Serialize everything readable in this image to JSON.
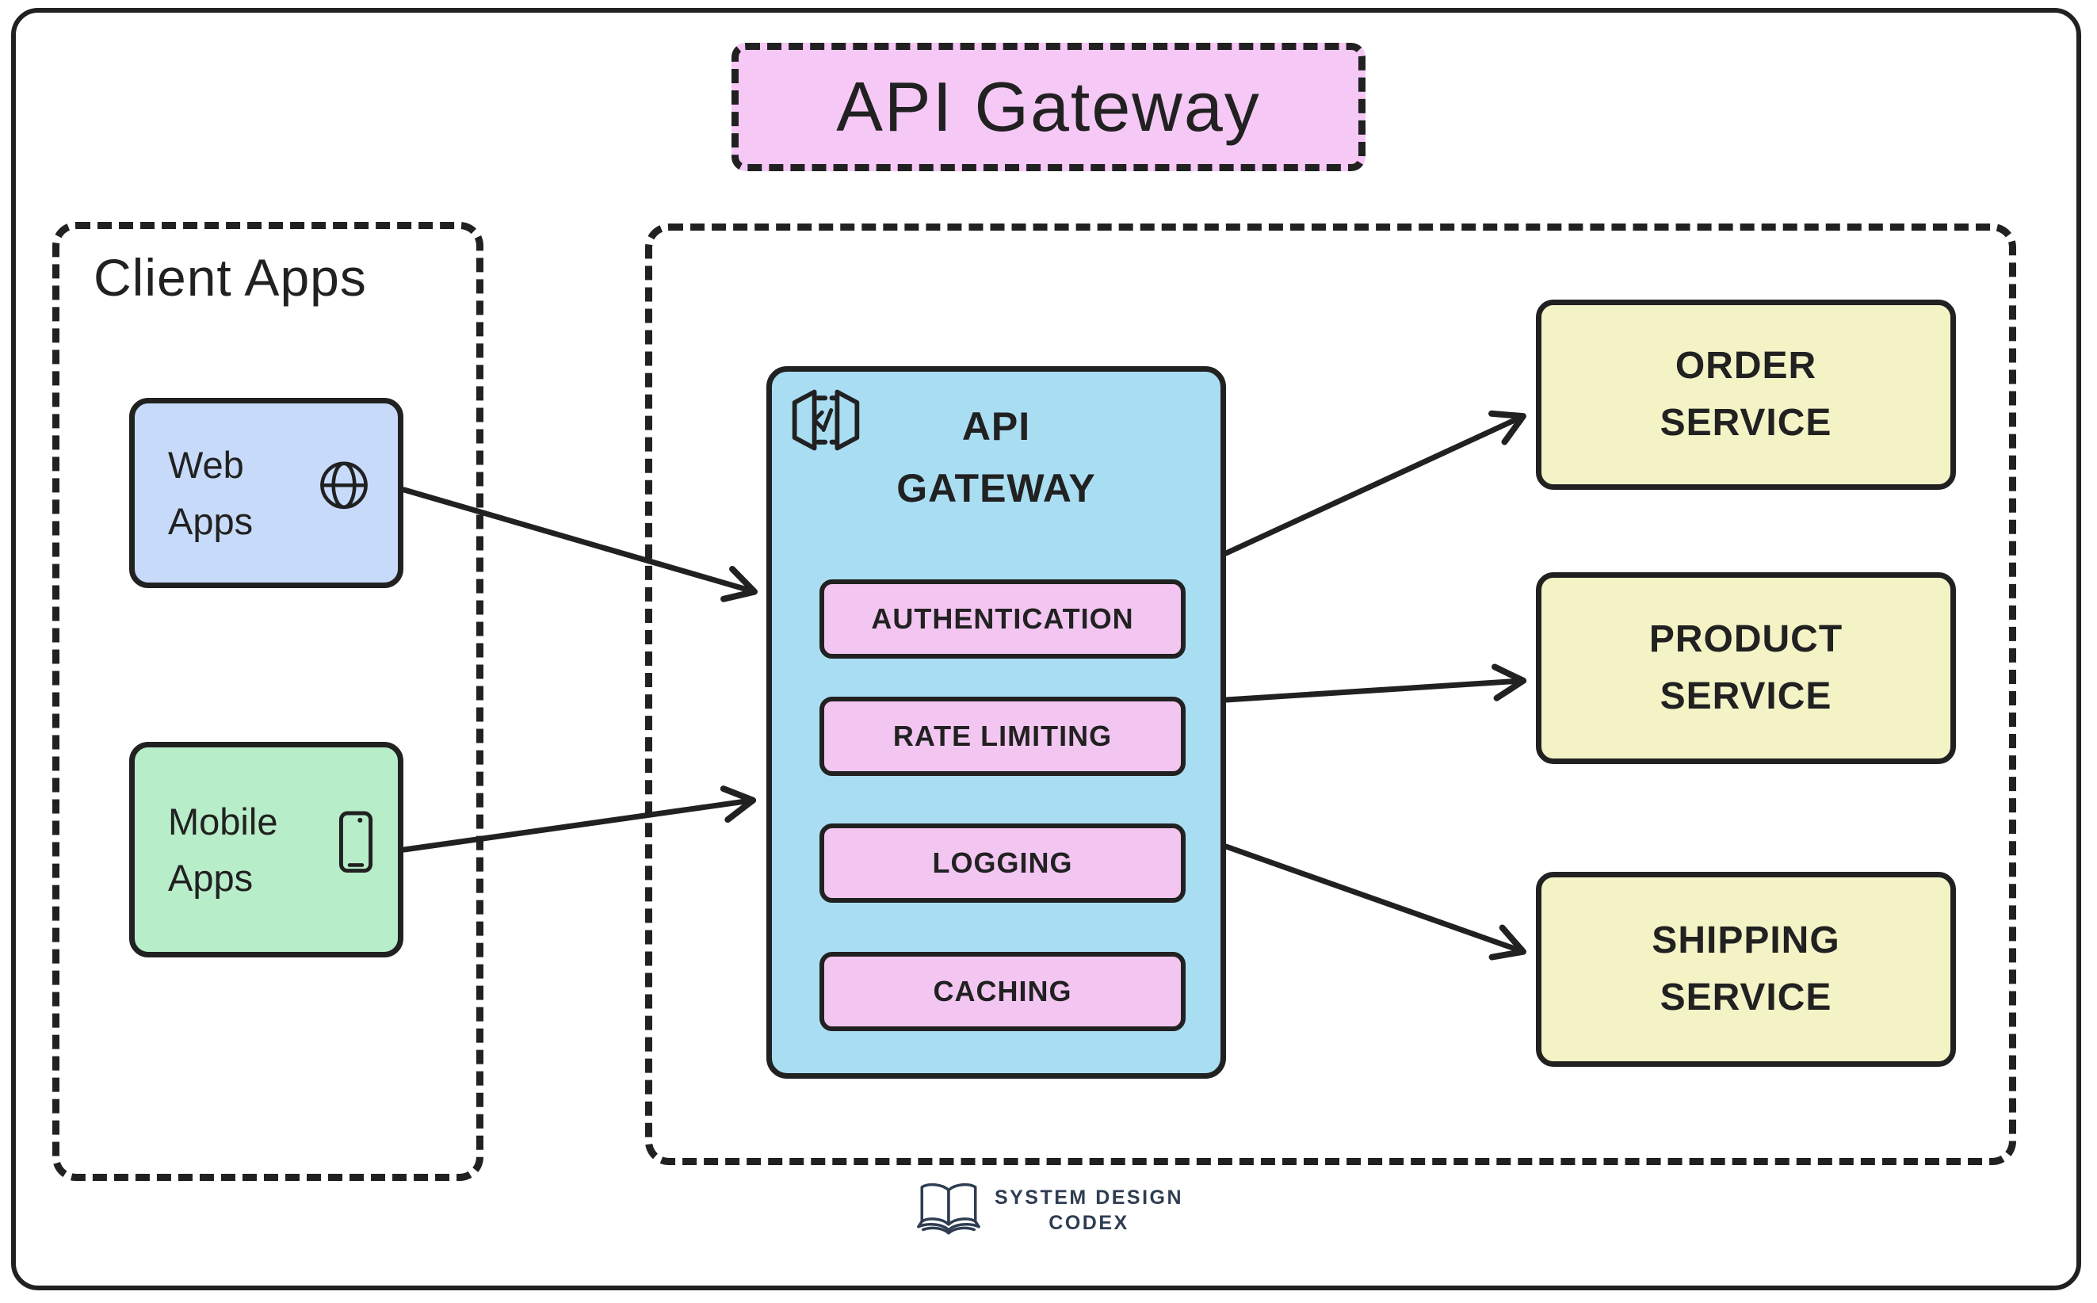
{
  "title": "API Gateway",
  "client_apps": {
    "label": "Client Apps",
    "web": {
      "line1": "Web",
      "line2": "Apps",
      "icon": "globe-icon"
    },
    "mobile": {
      "line1": "Mobile",
      "line2": "Apps",
      "icon": "smartphone-icon"
    }
  },
  "gateway": {
    "icon": "api-gateway-icon",
    "heading_line1": "API",
    "heading_line2": "GATEWAY",
    "features": [
      "AUTHENTICATION",
      "RATE LIMITING",
      "LOGGING",
      "CACHING"
    ]
  },
  "services": [
    {
      "line1": "ORDER",
      "line2": "SERVICE"
    },
    {
      "line1": "PRODUCT",
      "line2": "SERVICE"
    },
    {
      "line1": "SHIPPING",
      "line2": "SERVICE"
    }
  ],
  "edges": [
    {
      "from": "web-apps",
      "to": "api-gateway"
    },
    {
      "from": "mobile-apps",
      "to": "api-gateway"
    },
    {
      "from": "api-gateway",
      "to": "order-service"
    },
    {
      "from": "api-gateway",
      "to": "product-service"
    },
    {
      "from": "api-gateway",
      "to": "shipping-service"
    }
  ],
  "footer": {
    "icon": "open-book-icon",
    "line1": "SYSTEM DESIGN",
    "line2": "CODEX"
  },
  "colors": {
    "stroke": "#212121",
    "title_pink": "#f5c8f5",
    "feature_pink": "#f2c6f1",
    "gateway_blue": "#a9ddf2",
    "web_blue": "#c7daf9",
    "mobile_green": "#b8edc9",
    "service_yellow": "#f3f3c6",
    "brand_navy": "#2e3d51"
  }
}
